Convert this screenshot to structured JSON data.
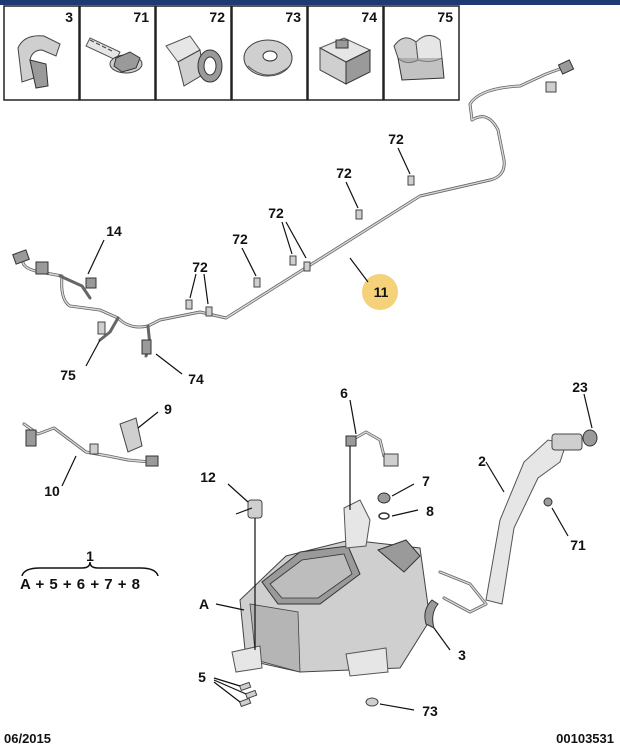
{
  "parts_strip": [
    {
      "number": "3",
      "icon": "clip-icon"
    },
    {
      "number": "71",
      "icon": "bolt-icon"
    },
    {
      "number": "72",
      "icon": "retainer-clip-icon"
    },
    {
      "number": "73",
      "icon": "washer-icon"
    },
    {
      "number": "74",
      "icon": "bracket-icon"
    },
    {
      "number": "75",
      "icon": "pipe-clip-icon"
    }
  ],
  "callouts": {
    "c11": "11",
    "c14": "14",
    "c72a": "72",
    "c72b": "72",
    "c72c": "72",
    "c72d": "72",
    "c72e": "72",
    "c75": "75",
    "c74": "74",
    "c9": "9",
    "c10": "10",
    "c6": "6",
    "c23": "23",
    "c12": "12",
    "c7": "7",
    "c8": "8",
    "c2": "2",
    "c71": "71",
    "cA": "A",
    "c3": "3",
    "c5": "5",
    "c73": "73"
  },
  "assembly": {
    "number": "1",
    "formula": "A + 5 + 6 + 7 + 8"
  },
  "footer": {
    "date": "06/2015",
    "reference": "00103531"
  },
  "highlight_color": "#f5d27a"
}
